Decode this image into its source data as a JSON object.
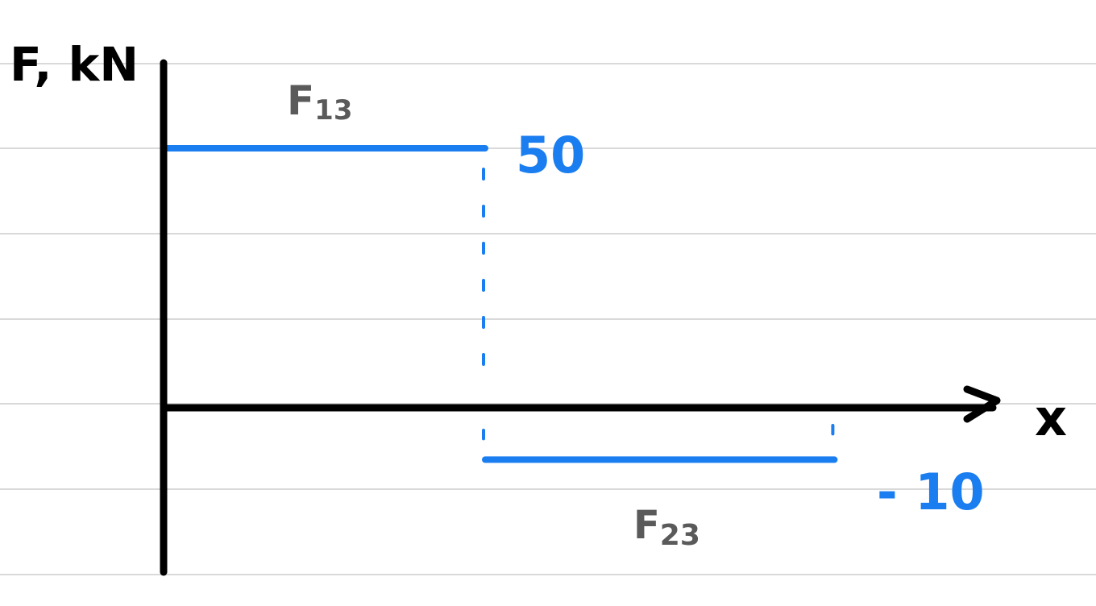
{
  "chart_data": {
    "type": "line",
    "ylabel": "F, kN",
    "xlabel": "x",
    "colors": {
      "series": "#1a7df0",
      "axes": "#000000",
      "labels": "#5a5a5a",
      "rules": "#d9d9d9"
    },
    "segments": [
      {
        "name": "F13",
        "x_start": 0,
        "x_end": 1,
        "value": 50,
        "value_label": "50"
      },
      {
        "name": "F23",
        "x_start": 1,
        "x_end": 2.1,
        "value": -10,
        "value_label": "- 10"
      }
    ]
  }
}
